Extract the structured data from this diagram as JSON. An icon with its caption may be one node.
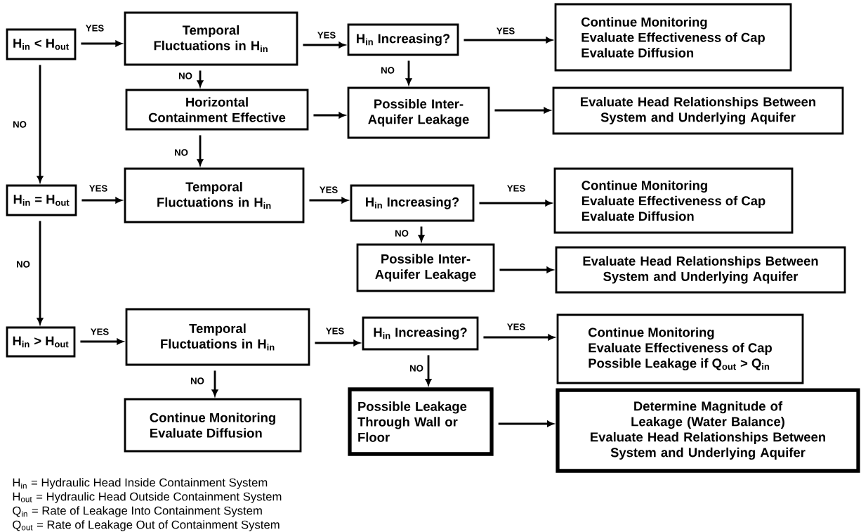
{
  "diagram": {
    "nodes": [
      {
        "text": [
          "H$_{in}$ < H$_{out}$"
        ]
      },
      {
        "text": [
          "Temporal Fluctuations in H$_{in}$"
        ]
      },
      {
        "text": [
          "H$_{in}$ Increasing?"
        ]
      },
      {
        "text": [
          "Continue Monitoring",
          "Evaluate Effectiveness of Cap",
          "Evaluate Diffusion"
        ]
      },
      {
        "text": [
          "Horizontal Containment Effective"
        ]
      },
      {
        "text": [
          "Possible Inter-Aquifer Leakage"
        ]
      },
      {
        "text": [
          "Evaluate Head Relationships Between System and Underlying Aquifer"
        ]
      },
      {
        "text": [
          "H$_{in}$ = H$_{out}$"
        ]
      },
      {
        "text": [
          "Temporal Fluctuations in H$_{in}$"
        ]
      },
      {
        "text": [
          "H$_{in}$ Increasing?"
        ]
      },
      {
        "text": [
          "Continue Monitoring",
          "Evaluate Effectiveness of Cap",
          "Evaluate Diffusion"
        ]
      },
      {
        "text": [
          "Possible Inter-Aquifer Leakage"
        ]
      },
      {
        "text": [
          "Evaluate Head Relationships Between System and Underlying Aquifer"
        ]
      },
      {
        "text": [
          "H$_{in}$ > H$_{out}$"
        ]
      },
      {
        "text": [
          "Temporal Fluctuations in H$_{in}$"
        ]
      },
      {
        "text": [
          "H$_{in}$ Increasing?"
        ]
      },
      {
        "text": [
          "Continue Monitoring",
          "Evaluate Effectiveness of Cap",
          "Possible Leakage if Q$_{out}$ > Q$_{in}$"
        ]
      },
      {
        "text": [
          "Continue Monitoring",
          "Evaluate Diffusion"
        ]
      },
      {
        "text": [
          "Possible Leakage Through Wall or Floor"
        ]
      },
      {
        "text": [
          "Determine Magnitude of Leakage (Water Balance)",
          "Evaluate Head Relationships Between System and Underlying Aquifer"
        ]
      }
    ],
    "edges": [
      {
        "from": 0,
        "to": 1,
        "arrow": "to",
        "label": "YES"
      },
      {
        "from": 1,
        "to": 2,
        "arrow": "to",
        "label": "YES"
      },
      {
        "from": 2,
        "to": 3,
        "arrow": "to",
        "label": "YES"
      },
      {
        "from": 1,
        "to": 4,
        "arrow": "to",
        "label": "NO"
      },
      {
        "from": 2,
        "to": 5,
        "arrow": "to",
        "label": "NO"
      },
      {
        "from": 4,
        "to": 5,
        "arrow": "to"
      },
      {
        "from": 5,
        "to": 6,
        "arrow": "to"
      },
      {
        "from": 4,
        "to": 8,
        "arrow": "to",
        "label": "NO"
      },
      {
        "from": 0,
        "to": 7,
        "arrow": "to",
        "label": "NO"
      },
      {
        "from": 7,
        "to": 8,
        "arrow": "to",
        "label": "YES"
      },
      {
        "from": 8,
        "to": 9,
        "arrow": "to",
        "label": "YES"
      },
      {
        "from": 9,
        "to": 10,
        "arrow": "to",
        "label": "YES"
      },
      {
        "from": 9,
        "to": 11,
        "arrow": "to",
        "label": "NO"
      },
      {
        "from": 11,
        "to": 12,
        "arrow": "to"
      },
      {
        "from": 7,
        "to": 13,
        "arrow": "to",
        "label": "NO"
      },
      {
        "from": 13,
        "to": 14,
        "arrow": "to",
        "label": "YES"
      },
      {
        "from": 14,
        "to": 15,
        "arrow": "to",
        "label": "YES"
      },
      {
        "from": 15,
        "to": 16,
        "arrow": "to",
        "label": "YES"
      },
      {
        "from": 14,
        "to": 17,
        "arrow": "to",
        "label": "NO"
      },
      {
        "from": 15,
        "to": 18,
        "arrow": "to",
        "label": "NO"
      },
      {
        "from": 18,
        "to": 19,
        "arrow": "to"
      }
    ],
    "labels": [
      "H$_{in}$ = Hydraulic Head Inside Containment System",
      "H$_{out}$ = Hydraulic Head Outside Containment System",
      "Q$_{in}$ = Rate of Leakage Into Containment System",
      "Q$_{out}$ = Rate of Leakage Out of Containment System"
    ]
  }
}
